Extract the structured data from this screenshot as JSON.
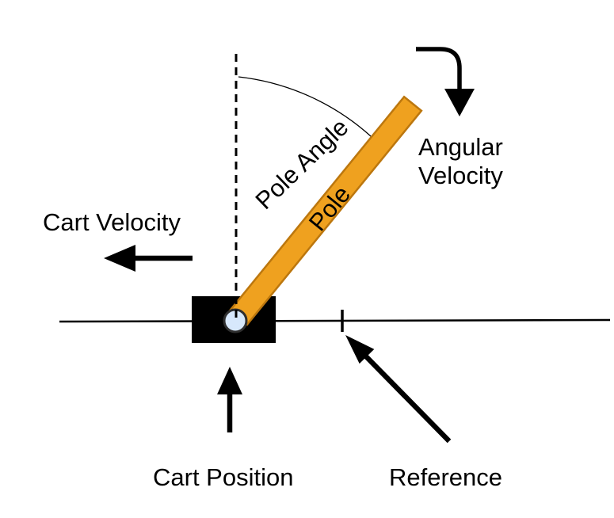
{
  "diagram": {
    "type": "cart-pole-system-diagram",
    "labels": {
      "pole_angle": "Pole Angle",
      "pole": "Pole",
      "angular_velocity_line1": "Angular",
      "angular_velocity_line2": "Velocity",
      "cart_velocity": "Cart Velocity",
      "cart_position": "Cart Position",
      "reference": "Reference"
    },
    "colors": {
      "pole_fill": "#EFA11F",
      "pole_stroke": "#BC770E",
      "cart_fill": "#000000",
      "pivot_fill": "#D7E8FC",
      "pivot_stroke": "#2F2F2F",
      "line_color": "#000000",
      "text_color": "#000000",
      "background": "#FFFFFF"
    }
  }
}
